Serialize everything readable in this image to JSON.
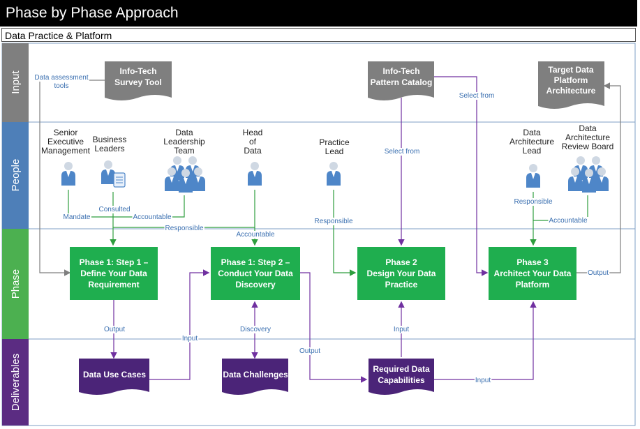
{
  "title": "Phase by Phase Approach",
  "subtitle": "Data Practice & Platform",
  "lanes": {
    "input": "Input",
    "people": "People",
    "phase": "Phase",
    "deliverables": "Deliverables"
  },
  "inputs": {
    "survey_tool": [
      "Info-Tech",
      "Survey Tool"
    ],
    "pattern_catalog": [
      "Info-Tech",
      "Pattern Catalog"
    ],
    "target_platform": [
      "Target Data",
      "Platform",
      "Architecture"
    ]
  },
  "roles": {
    "senior_exec": [
      "Senior",
      "Executive",
      "Management"
    ],
    "business_leaders": [
      "Business",
      "Leaders"
    ],
    "data_leadership": [
      "Data",
      "Leadership",
      "Team"
    ],
    "head_of_data": [
      "Head",
      "of",
      "Data"
    ],
    "practice_lead": [
      "Practice",
      "Lead"
    ],
    "data_arch_lead": [
      "Data",
      "Architecture",
      "Lead"
    ],
    "review_board": [
      "Data",
      "Architecture",
      "Review Board"
    ]
  },
  "phases": {
    "step1": [
      "Phase 1: Step 1 –",
      "Define Your Data",
      "Requirement"
    ],
    "step2": [
      "Phase 1: Step 2 –",
      "Conduct Your Data",
      "Discovery"
    ],
    "phase2": [
      "Phase 2",
      "Design Your Data",
      "Practice"
    ],
    "phase3": [
      "Phase 3",
      "Architect Your Data",
      "Platform"
    ]
  },
  "deliverables": {
    "use_cases": "Data Use Cases",
    "challenges": "Data Challenges",
    "capabilities": [
      "Required Data",
      "Capabilities"
    ]
  },
  "connector_labels": {
    "data_assessment": [
      "Data assessment",
      "tools"
    ],
    "select_from_1": "Select from",
    "select_from_2": "Select from",
    "mandate": "Mandate",
    "consulted": "Consulted",
    "accountable_1": "Accountable",
    "responsible_1": "Responsible",
    "accountable_2": "Accountable",
    "responsible_2": "Responsible",
    "responsible_3": "Responsible",
    "accountable_3": "Accountable",
    "output_1": "Output",
    "input_1": "Input",
    "discovery": "Discovery",
    "output_2": "Output",
    "input_2": "Input",
    "input_3": "Input",
    "output_3": "Output"
  },
  "colors": {
    "input_lane": "#7f7f7f",
    "people_lane": "#4e7fb8",
    "phase_lane": "#4cb050",
    "deliverables_lane": "#5b2c82",
    "phase_box": "#1fae4f",
    "deliverable_doc": "#4b2478",
    "input_doc": "#7f7f7f",
    "connector_green": "#2e9e3e",
    "connector_purple": "#7030a0",
    "connector_gray": "#7f7f7f",
    "label_blue": "#3a6fb0"
  }
}
